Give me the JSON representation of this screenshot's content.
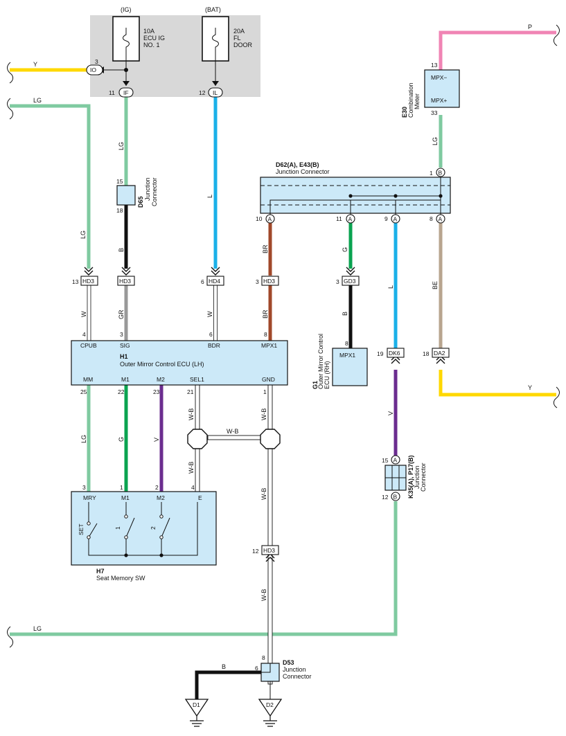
{
  "fuses": {
    "ig": {
      "group": "(IG)",
      "line1": "10A",
      "line2": "ECU IG",
      "line3": "NO. 1"
    },
    "bat": {
      "group": "(BAT)",
      "line1": "20A",
      "line2": "FL",
      "line3": "DOOR"
    }
  },
  "relay_block_pins": {
    "io": {
      "num": "3",
      "name": "IO"
    },
    "if": {
      "num": "11",
      "name": "IF"
    },
    "il": {
      "num": "12",
      "name": "IL"
    }
  },
  "wire_colors": {
    "Y": "#ffd800",
    "LG": "#7fcaa0",
    "L": "#1ab0e8",
    "B": "#111111",
    "BR": "#a0482a",
    "G": "#0aa350",
    "BE": "#b8a58f",
    "V": "#6b2d8f",
    "P": "#f084b4",
    "W": "#ffffff",
    "GR": "#999999",
    "W-B": "#ffffff"
  },
  "wires": {
    "y_left": "Y",
    "lg_left_top": "LG",
    "lg_if": "LG",
    "b_d65": "B",
    "l_il": "L",
    "br_10a": "BR",
    "g_11a": "G",
    "b_gd3": "B",
    "l_9a": "L",
    "be_8a": "BE",
    "lg_1b": "LG",
    "p_top": "P",
    "w_hd3_13": "W",
    "gr_hd3": "GR",
    "w_hd4": "W",
    "br_hd3": "BR",
    "lg_25": "LG",
    "g_22": "G",
    "v_23": "V",
    "wb_21": "W-B",
    "wb_1": "W-B",
    "wb_mid": "W-B",
    "wb_4": "W-B",
    "wb_hd3": "W-B",
    "wb_lower": "W-B",
    "v_dk6": "V",
    "y_right": "Y",
    "lg_bottom": "LG",
    "b_d53": "B"
  },
  "components": {
    "d65": {
      "code": "D65",
      "desc1": "Junction",
      "desc2": "Connector",
      "pin_in": "15",
      "pin_out": "18"
    },
    "jc_top": {
      "code": "D62(A), E43(B)",
      "desc": "Junction Connector",
      "pins": {
        "p10": "10",
        "p11": "11",
        "p9": "9",
        "p8": "8",
        "p1": "1"
      }
    },
    "e30": {
      "code": "E30",
      "desc1": "Combination",
      "desc2": "Meter",
      "t1": "MPX−",
      "t2": "MPX+",
      "pin_top": "13",
      "pin_bot": "33"
    },
    "h1": {
      "code": "H1",
      "desc": "Outer Mirror Control ECU (LH)",
      "top_terms": [
        "CPUB",
        "SIG",
        "BDR",
        "MPX1"
      ],
      "bottom_terms": [
        "MM",
        "M1",
        "M2",
        "SEL1",
        "GND"
      ]
    },
    "g1": {
      "code": "G1",
      "desc1": "Outer Mirror Control",
      "desc2": "ECU (RH)",
      "term": "MPX1",
      "pin": "8"
    },
    "h7": {
      "code": "H7",
      "desc": "Seat Memory SW",
      "terms": [
        "MRY",
        "M1",
        "M2",
        "E"
      ],
      "switches": [
        "SET",
        "1",
        "2"
      ]
    },
    "k35": {
      "code": "K35(A), P17(B)",
      "desc1": "Junction",
      "desc2": "Connector",
      "pin_top": "15",
      "pin_bot": "12"
    },
    "d53": {
      "code": "D53",
      "desc1": "Junction",
      "desc2": "Connector",
      "pin_top": "8",
      "pin_left": "6"
    }
  },
  "inline_connectors": {
    "hd3_a": {
      "name": "HD3",
      "pin_top": "13",
      "pin_bot": "4"
    },
    "hd3_b": {
      "name": "HD3",
      "pin_bot": "3"
    },
    "hd4": {
      "name": "HD4",
      "pin_top": "6",
      "pin_bot": "6"
    },
    "hd3_c": {
      "name": "HD3",
      "pin_top": "3",
      "pin_bot": "8"
    },
    "gd3": {
      "name": "GD3",
      "pin_top": "3"
    },
    "dk6": {
      "name": "DK6",
      "pin": "19"
    },
    "da2": {
      "name": "DA2",
      "pin": "18"
    },
    "hd3_d": {
      "name": "HD3",
      "pin": "12"
    }
  },
  "h1_pins": {
    "p25": "25",
    "p22": "22",
    "p23": "23",
    "p21": "21",
    "p1": "1"
  },
  "h7_pins": {
    "p3": "3",
    "p1": "1",
    "p2": "2",
    "p4": "4"
  },
  "grounds": {
    "g1": "D1",
    "g2": "D2"
  },
  "pin_letters": {
    "a": "A",
    "b": "B"
  }
}
